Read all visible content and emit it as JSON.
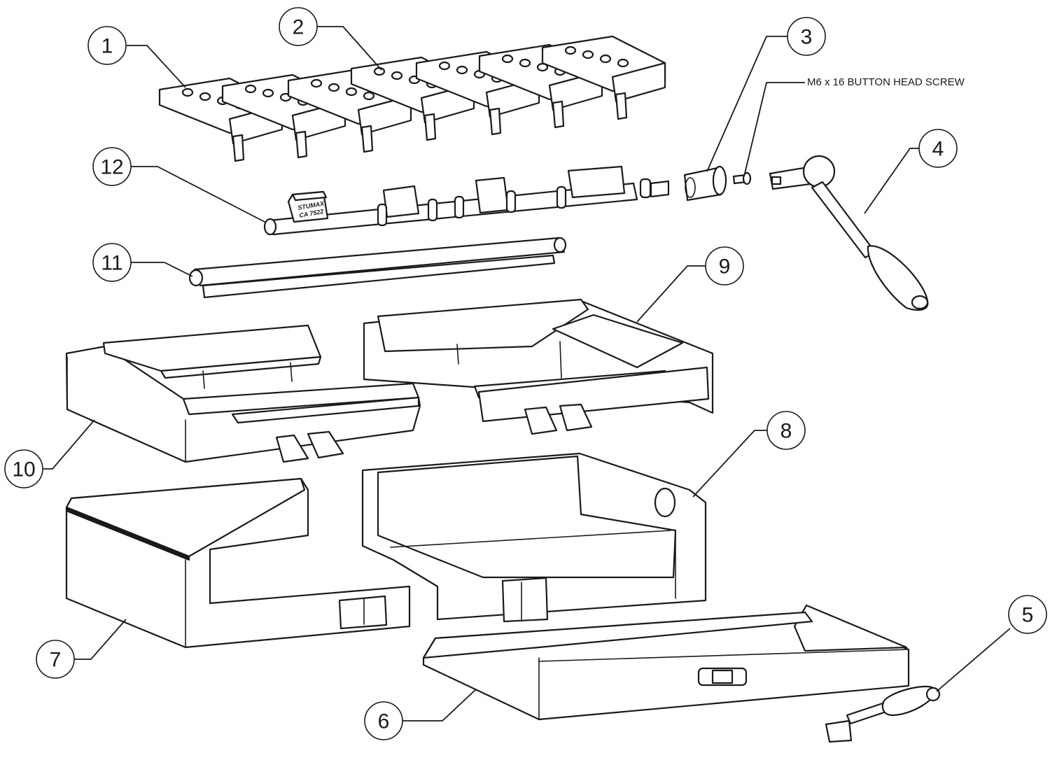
{
  "diagram": {
    "type": "exploded-parts-view",
    "colors": {
      "line": "#1a1a1a",
      "background": "#ffffff"
    },
    "callouts": [
      {
        "id": "1",
        "label": "1"
      },
      {
        "id": "2",
        "label": "2"
      },
      {
        "id": "3",
        "label": "3"
      },
      {
        "id": "4",
        "label": "4"
      },
      {
        "id": "5",
        "label": "5"
      },
      {
        "id": "6",
        "label": "6"
      },
      {
        "id": "7",
        "label": "7"
      },
      {
        "id": "8",
        "label": "8"
      },
      {
        "id": "9",
        "label": "9"
      },
      {
        "id": "10",
        "label": "10"
      },
      {
        "id": "11",
        "label": "11"
      },
      {
        "id": "12",
        "label": "12"
      }
    ],
    "annotations": {
      "screw_note": "M6 x 16 BUTTON HEAD SCREW",
      "shaft_stamp_line1": "STUMAX",
      "shaft_stamp_line2": "CA 7522"
    }
  }
}
